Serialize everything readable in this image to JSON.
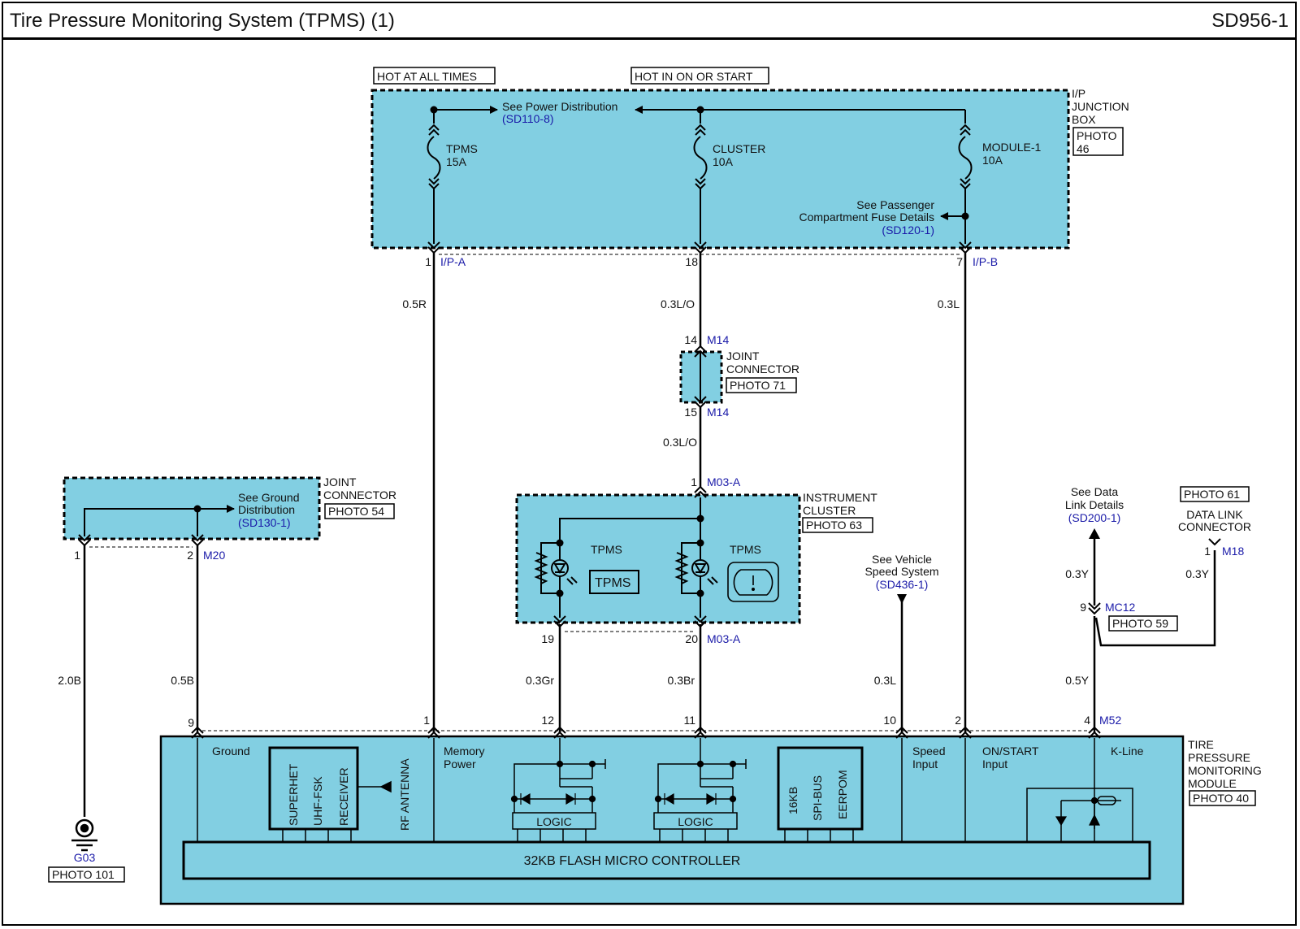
{
  "header": {
    "title": "Tire Pressure Monitoring System (TPMS) (1)",
    "code": "SD956-1"
  },
  "colors": {
    "box_fill": "#82cfe2",
    "wire": "#000000",
    "reference": "#1a1aa8"
  },
  "power": {
    "hot_all_times": "HOT AT ALL TIMES",
    "hot_in_on_start": "HOT IN ON OR START"
  },
  "junction_box": {
    "label": [
      "I/P",
      "JUNCTION",
      "BOX"
    ],
    "photo": [
      "PHOTO",
      "46"
    ],
    "see_power": "See Power Distribution",
    "see_power_ref": "(SD110-8)",
    "fuses": [
      {
        "name": "TPMS",
        "rating": "15A"
      },
      {
        "name": "CLUSTER",
        "rating": "10A"
      },
      {
        "name": "MODULE-1",
        "rating": "10A"
      }
    ],
    "see_passenger": [
      "See Passenger",
      "Compartment Fuse Details"
    ],
    "see_passenger_ref": "(SD120-1)"
  },
  "jb_pins": [
    {
      "num": "1",
      "conn": "I/P-A",
      "wire": "0.5R"
    },
    {
      "num": "18",
      "conn": "",
      "wire": "0.3L/O"
    },
    {
      "num": "7",
      "conn": "I/P-B",
      "wire": "0.3L"
    }
  ],
  "joint_m14": {
    "label": [
      "JOINT",
      "CONNECTOR"
    ],
    "photo": "PHOTO 71",
    "pin_top": "14",
    "pin_bottom": "15",
    "conn": "M14",
    "wire_out": "0.3L/O"
  },
  "cluster": {
    "label": [
      "INSTRUMENT",
      "CLUSTER"
    ],
    "photo": "PHOTO 63",
    "pin_top": "1",
    "conn_top": "M03-A",
    "lamp_label": "TPMS",
    "indicator_text": "TPMS",
    "pins_bottom": [
      "19",
      "20"
    ],
    "conn_bottom": "M03-A",
    "wires_out": [
      "0.3Gr",
      "0.3Br"
    ]
  },
  "ground_joint": {
    "label": [
      "JOINT",
      "CONNECTOR"
    ],
    "photo": "PHOTO 54",
    "see": [
      "See Ground",
      "Distribution"
    ],
    "see_ref": "(SD130-1)",
    "pins": [
      "1",
      "2"
    ],
    "conn": "M20",
    "wires": [
      "2.0B",
      "0.5B"
    ]
  },
  "ground_point": {
    "name": "G03",
    "photo": "PHOTO 101"
  },
  "speed": {
    "see": [
      "See Vehicle",
      "Speed System"
    ],
    "ref": "(SD436-1)",
    "wire": "0.3L"
  },
  "data_link": {
    "see": [
      "See Data",
      "Link Details"
    ],
    "ref": "(SD200-1)",
    "wire_top": "0.3Y",
    "pin": "9",
    "conn": "MC12",
    "photo": "PHOTO 59",
    "wire_bottom": "0.5Y"
  },
  "dlc": {
    "photo": "PHOTO 61",
    "label": [
      "DATA LINK",
      "CONNECTOR"
    ],
    "pin": "1",
    "conn": "M18",
    "wire": "0.3Y"
  },
  "module": {
    "label": [
      "TIRE",
      "PRESSURE",
      "MONITORING",
      "MODULE"
    ],
    "photo": "PHOTO 40",
    "pins": [
      "9",
      "1",
      "12",
      "11",
      "10",
      "2",
      "4"
    ],
    "conn": "M52",
    "ground": "Ground",
    "memory_power": [
      "Memory",
      "Power"
    ],
    "speed_input": [
      "Speed",
      "Input"
    ],
    "on_start_input": [
      "ON/START",
      "Input"
    ],
    "kline": "K-Line",
    "receiver": [
      "SUPERHET",
      "UHF-FSK",
      "RECEIVER"
    ],
    "rf_antenna": "RF ANTENNA",
    "logic": "LOGIC",
    "memory": [
      "16KB",
      "SPI-BUS",
      "EERPOM"
    ],
    "controller": "32KB FLASH MICRO CONTROLLER"
  }
}
